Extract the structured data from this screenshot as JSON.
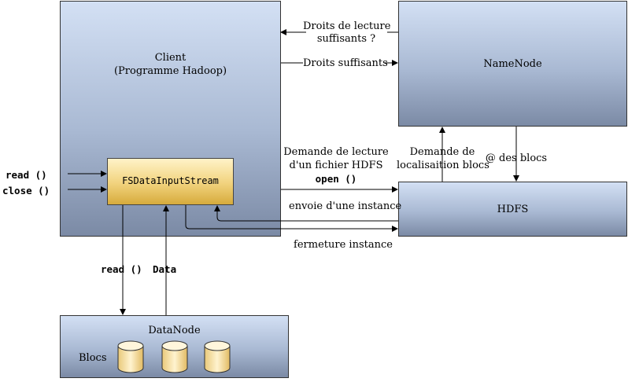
{
  "client": {
    "line1": "Client",
    "line2": "(Programme Hadoop)"
  },
  "namenode": {
    "label": "NameNode"
  },
  "hdfs": {
    "label": "HDFS"
  },
  "datanode": {
    "label": "DataNode",
    "blocs_label": "Blocs"
  },
  "fsdata": {
    "label": "FSDataInputStream"
  },
  "left_calls": {
    "read": "read ()",
    "close": "close ()"
  },
  "arrows": {
    "droits_q_1": "Droits de lecture",
    "droits_q_2": "suffisants ?",
    "droits_ok": "Droits suffisants",
    "demande_lecture_1": "Demande de lecture",
    "demande_lecture_2": "d'un fichier HDFS",
    "open_call": "open ()",
    "envoie_instance": "envoie d'une instance",
    "fermeture_instance": "fermeture instance",
    "demande_loc_1": "Demande de",
    "demande_loc_2": "localisaition blocs",
    "at_blocs": "@ des blocs",
    "read_call": "read ()",
    "data_label": "Data"
  }
}
